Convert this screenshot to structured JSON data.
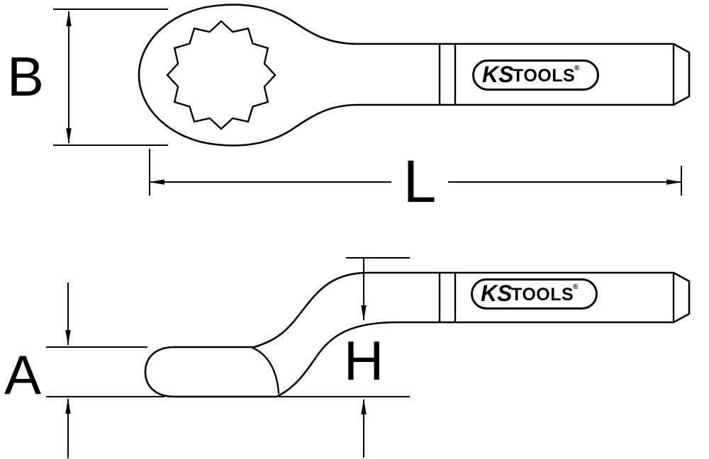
{
  "dimensions": {
    "ring_outer_diameter_label": "B",
    "total_length_label": "L",
    "head_thickness_label": "A",
    "offset_height_label": "H"
  },
  "logo": {
    "brand_ks": "KS",
    "brand_tools": "TOOLS",
    "registered": "®"
  },
  "colors": {
    "line": "#000000",
    "background": "#ffffff"
  }
}
